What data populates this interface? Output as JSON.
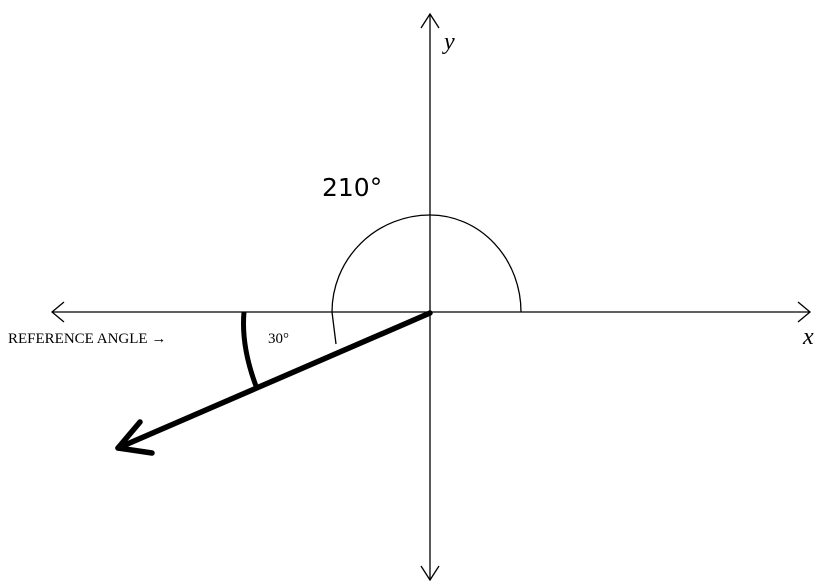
{
  "diagram": {
    "axes": {
      "x_label": "x",
      "y_label": "y"
    },
    "angle": {
      "label": "210°",
      "degrees": 210
    },
    "reference_angle": {
      "caption": "REFERENCE ANGLE →",
      "label": "30°",
      "degrees": 30
    },
    "colors": {
      "stroke": "#000000",
      "background": "#ffffff"
    }
  }
}
